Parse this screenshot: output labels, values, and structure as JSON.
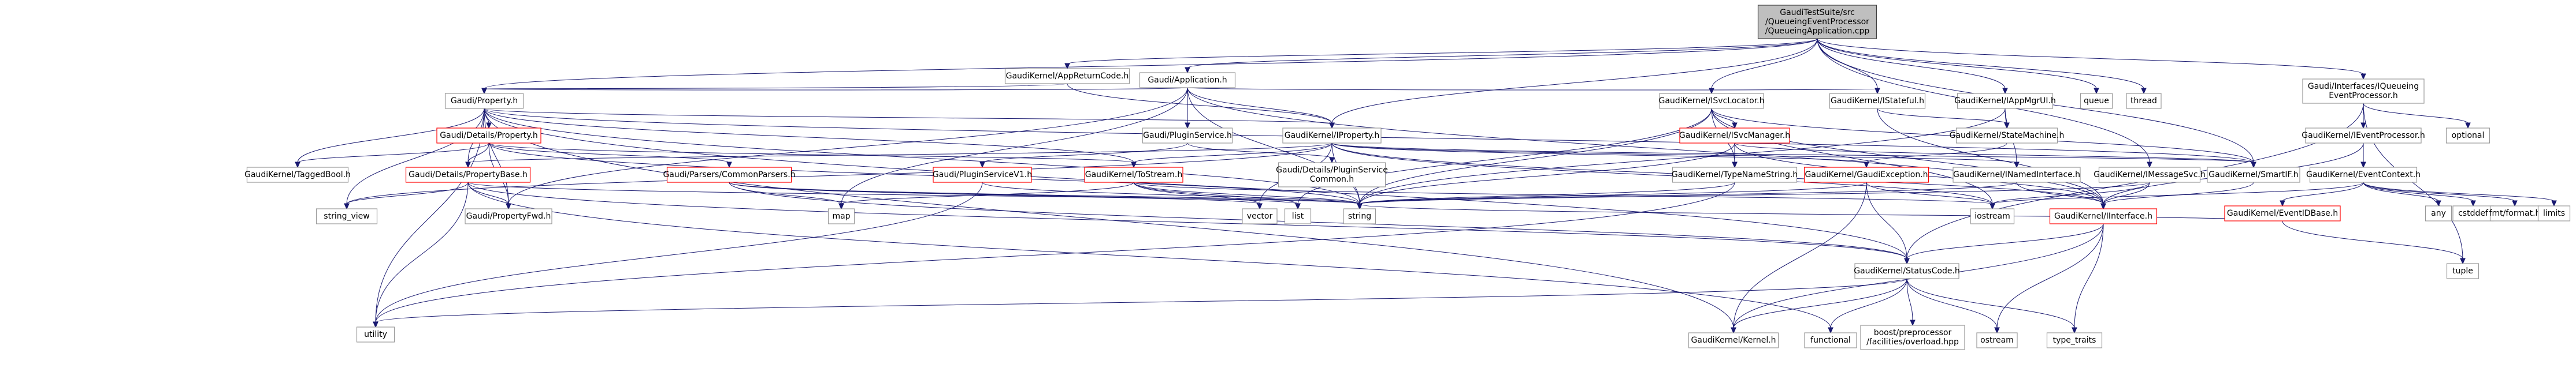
{
  "nodes": [
    {
      "id": "root",
      "label": "GaudiTestSuite/src\n/QueueingEventProcessor\n/QueueingApplication.cpp",
      "style": "root"
    },
    {
      "id": "appret",
      "label": "GaudiKernel/AppReturnCode.h",
      "style": "normal"
    },
    {
      "id": "app",
      "label": "Gaudi/Application.h",
      "style": "normal"
    },
    {
      "id": "prop",
      "label": "Gaudi/Property.h",
      "style": "normal"
    },
    {
      "id": "svcloc",
      "label": "GaudiKernel/ISvcLocator.h",
      "style": "normal"
    },
    {
      "id": "istate",
      "label": "GaudiKernel/IStateful.h",
      "style": "normal"
    },
    {
      "id": "iappmgr",
      "label": "GaudiKernel/IAppMgrUI.h",
      "style": "normal"
    },
    {
      "id": "qep",
      "label": "Gaudi/Interfaces/IQueueing\nEventProcessor.h",
      "style": "normal"
    },
    {
      "id": "queue",
      "label": "queue",
      "style": "ext"
    },
    {
      "id": "thread",
      "label": "thread",
      "style": "ext"
    },
    {
      "id": "detprop",
      "label": "Gaudi/Details/Property.h",
      "style": "red"
    },
    {
      "id": "pluginsvc",
      "label": "Gaudi/PluginService.h",
      "style": "normal"
    },
    {
      "id": "iproperty",
      "label": "GaudiKernel/IProperty.h",
      "style": "normal"
    },
    {
      "id": "isvcmgr",
      "label": "GaudiKernel/ISvcManager.h",
      "style": "red"
    },
    {
      "id": "statemach",
      "label": "GaudiKernel/StateMachine.h",
      "style": "normal"
    },
    {
      "id": "ieventproc",
      "label": "GaudiKernel/IEventProcessor.h",
      "style": "normal"
    },
    {
      "id": "optional",
      "label": "optional",
      "style": "ext"
    },
    {
      "id": "tagged",
      "label": "GaudiKernel/TaggedBool.h",
      "style": "normal"
    },
    {
      "id": "propbase",
      "label": "Gaudi/Details/PropertyBase.h",
      "style": "red"
    },
    {
      "id": "parsers",
      "label": "Gaudi/Parsers/CommonParsers.h",
      "style": "red"
    },
    {
      "id": "plugv1",
      "label": "Gaudi/PluginServiceV1.h",
      "style": "red"
    },
    {
      "id": "tostream",
      "label": "GaudiKernel/ToStream.h",
      "style": "red"
    },
    {
      "id": "plugcommon",
      "label": "Gaudi/Details/PluginService\nCommon.h",
      "style": "normal"
    },
    {
      "id": "typename",
      "label": "GaudiKernel/TypeNameString.h",
      "style": "normal"
    },
    {
      "id": "gaudiexc",
      "label": "GaudiKernel/GaudiException.h",
      "style": "red"
    },
    {
      "id": "inamed",
      "label": "GaudiKernel/INamedInterface.h",
      "style": "normal"
    },
    {
      "id": "smartif",
      "label": "GaudiKernel/SmartIF.h",
      "style": "normal"
    },
    {
      "id": "imsgsvc",
      "label": "GaudiKernel/IMessageSvc.h",
      "style": "normal"
    },
    {
      "id": "evctx",
      "label": "GaudiKernel/EventContext.h",
      "style": "normal"
    },
    {
      "id": "evidbase",
      "label": "GaudiKernel/EventIDBase.h",
      "style": "red"
    },
    {
      "id": "any",
      "label": "any",
      "style": "ext"
    },
    {
      "id": "cstddef",
      "label": "cstddef",
      "style": "ext"
    },
    {
      "id": "fmt",
      "label": "fmt/format.h",
      "style": "ext"
    },
    {
      "id": "limits",
      "label": "limits",
      "style": "ext"
    },
    {
      "id": "tuple",
      "label": "tuple",
      "style": "ext"
    },
    {
      "id": "stringview",
      "label": "string_view",
      "style": "ext"
    },
    {
      "id": "propfwd",
      "label": "Gaudi/PropertyFwd.h",
      "style": "normal"
    },
    {
      "id": "map",
      "label": "map",
      "style": "ext"
    },
    {
      "id": "vector",
      "label": "vector",
      "style": "ext"
    },
    {
      "id": "list",
      "label": "list",
      "style": "ext"
    },
    {
      "id": "string",
      "label": "string",
      "style": "ext"
    },
    {
      "id": "iostream",
      "label": "iostream",
      "style": "ext"
    },
    {
      "id": "iinterface",
      "label": "GaudiKernel/IInterface.h",
      "style": "red"
    },
    {
      "id": "statuscode",
      "label": "GaudiKernel/StatusCode.h",
      "style": "normal"
    },
    {
      "id": "utility",
      "label": "utility",
      "style": "ext"
    },
    {
      "id": "kernel",
      "label": "GaudiKernel/Kernel.h",
      "style": "normal"
    },
    {
      "id": "functional",
      "label": "functional",
      "style": "ext"
    },
    {
      "id": "boostpp",
      "label": "boost/preprocessor\n/facilities/overload.hpp",
      "style": "ext"
    },
    {
      "id": "ostream",
      "label": "ostream",
      "style": "ext"
    },
    {
      "id": "typetraits",
      "label": "type_traits",
      "style": "ext"
    }
  ],
  "edges": [
    [
      "root",
      "appret"
    ],
    [
      "root",
      "app"
    ],
    [
      "root",
      "prop"
    ],
    [
      "root",
      "svcloc"
    ],
    [
      "root",
      "istate"
    ],
    [
      "root",
      "iappmgr"
    ],
    [
      "root",
      "qep"
    ],
    [
      "root",
      "queue"
    ],
    [
      "root",
      "thread"
    ],
    [
      "root",
      "iproperty"
    ],
    [
      "root",
      "imsgsvc"
    ],
    [
      "root",
      "smartif"
    ],
    [
      "appret",
      "iproperty"
    ],
    [
      "appret",
      "prop"
    ],
    [
      "app",
      "prop"
    ],
    [
      "app",
      "pluginsvc"
    ],
    [
      "app",
      "iproperty"
    ],
    [
      "app",
      "istate"
    ],
    [
      "app",
      "iinterface"
    ],
    [
      "app",
      "map"
    ],
    [
      "app",
      "string"
    ],
    [
      "app",
      "propfwd"
    ],
    [
      "prop",
      "detprop"
    ],
    [
      "prop",
      "propbase"
    ],
    [
      "prop",
      "tagged"
    ],
    [
      "prop",
      "iproperty"
    ],
    [
      "prop",
      "tostream"
    ],
    [
      "prop",
      "smartif"
    ],
    [
      "prop",
      "stringview"
    ],
    [
      "prop",
      "propfwd"
    ],
    [
      "prop",
      "string"
    ],
    [
      "prop",
      "utility"
    ],
    [
      "prop",
      "kernel"
    ],
    [
      "prop",
      "statuscode"
    ],
    [
      "detprop",
      "propbase"
    ],
    [
      "detprop",
      "parsers"
    ],
    [
      "detprop",
      "tostream"
    ],
    [
      "detprop",
      "tagged"
    ],
    [
      "detprop",
      "string"
    ],
    [
      "detprop",
      "propfwd"
    ],
    [
      "pluginsvc",
      "plugv1"
    ],
    [
      "pluginsvc",
      "plugcommon"
    ],
    [
      "iproperty",
      "tostream"
    ],
    [
      "iproperty",
      "inamed"
    ],
    [
      "iproperty",
      "smartif"
    ],
    [
      "iproperty",
      "gaudiexc"
    ],
    [
      "iproperty",
      "string"
    ],
    [
      "iproperty",
      "vector"
    ],
    [
      "iproperty",
      "iostream"
    ],
    [
      "iproperty",
      "iinterface"
    ],
    [
      "iproperty",
      "propbase"
    ],
    [
      "iproperty",
      "stringview"
    ],
    [
      "svcloc",
      "isvcmgr"
    ],
    [
      "svcloc",
      "typename"
    ],
    [
      "svcloc",
      "smartif"
    ],
    [
      "svcloc",
      "iinterface"
    ],
    [
      "svcloc",
      "string"
    ],
    [
      "svcloc",
      "list"
    ],
    [
      "svcloc",
      "iostream"
    ],
    [
      "isvcmgr",
      "typename"
    ],
    [
      "isvcmgr",
      "string"
    ],
    [
      "isvcmgr",
      "iinterface"
    ],
    [
      "isvcmgr",
      "smartif"
    ],
    [
      "istate",
      "statemach"
    ],
    [
      "istate",
      "iinterface"
    ],
    [
      "iappmgr",
      "statemach"
    ],
    [
      "iappmgr",
      "inamed"
    ],
    [
      "iappmgr",
      "string"
    ],
    [
      "statemach",
      "gaudiexc"
    ],
    [
      "qep",
      "ieventproc"
    ],
    [
      "qep",
      "evctx"
    ],
    [
      "qep",
      "optional"
    ],
    [
      "qep",
      "tuple"
    ],
    [
      "qep",
      "statuscode"
    ],
    [
      "ieventproc",
      "evctx"
    ],
    [
      "ieventproc",
      "iinterface"
    ],
    [
      "evctx",
      "evidbase"
    ],
    [
      "evctx",
      "any"
    ],
    [
      "evctx",
      "cstddef"
    ],
    [
      "evctx",
      "fmt"
    ],
    [
      "evctx",
      "limits"
    ],
    [
      "evctx",
      "iostream"
    ],
    [
      "evidbase",
      "tuple"
    ],
    [
      "evidbase",
      "string"
    ],
    [
      "propbase",
      "stringview"
    ],
    [
      "propbase",
      "propfwd"
    ],
    [
      "propbase",
      "string"
    ],
    [
      "propbase",
      "utility"
    ],
    [
      "propbase",
      "statuscode"
    ],
    [
      "propbase",
      "functional"
    ],
    [
      "parsers",
      "map"
    ],
    [
      "parsers",
      "string"
    ],
    [
      "parsers",
      "list"
    ],
    [
      "parsers",
      "vector"
    ],
    [
      "parsers",
      "statuscode"
    ],
    [
      "plugv1",
      "utility"
    ],
    [
      "plugv1",
      "string"
    ],
    [
      "tostream",
      "map"
    ],
    [
      "tostream",
      "list"
    ],
    [
      "tostream",
      "string"
    ],
    [
      "tostream",
      "vector"
    ],
    [
      "tostream",
      "iostream"
    ],
    [
      "typename",
      "string"
    ],
    [
      "typename",
      "utility"
    ],
    [
      "gaudiexc",
      "statuscode"
    ],
    [
      "gaudiexc",
      "iostream"
    ],
    [
      "gaudiexc",
      "kernel"
    ],
    [
      "gaudiexc",
      "string"
    ],
    [
      "inamed",
      "iinterface"
    ],
    [
      "inamed",
      "string"
    ],
    [
      "smartif",
      "iinterface"
    ],
    [
      "imsgsvc",
      "iinterface"
    ],
    [
      "imsgsvc",
      "string"
    ],
    [
      "imsgsvc",
      "iostream"
    ],
    [
      "iinterface",
      "statuscode"
    ],
    [
      "iinterface",
      "kernel"
    ],
    [
      "iinterface",
      "ostream"
    ],
    [
      "iinterface",
      "typetraits"
    ],
    [
      "statuscode",
      "kernel"
    ],
    [
      "statuscode",
      "functional"
    ],
    [
      "statuscode",
      "boostpp"
    ],
    [
      "statuscode",
      "ostream"
    ],
    [
      "statuscode",
      "typetraits"
    ],
    [
      "statuscode",
      "utility"
    ]
  ]
}
